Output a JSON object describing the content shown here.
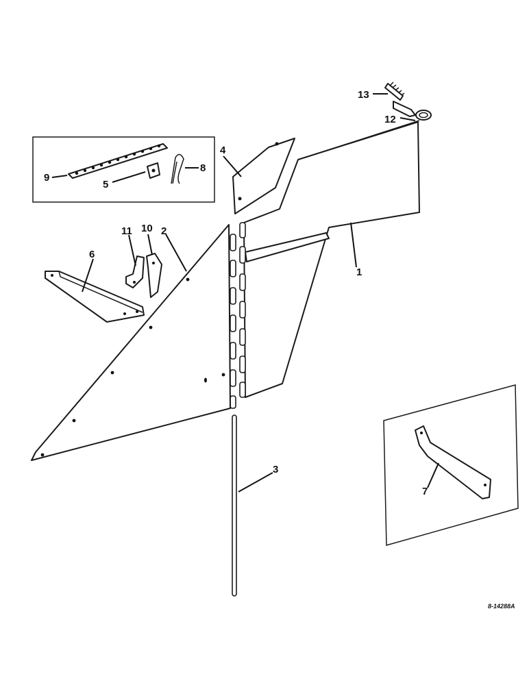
{
  "callouts": {
    "c1": "1",
    "c2": "2",
    "c3": "3",
    "c4": "4",
    "c5": "5",
    "c6": "6",
    "c7": "7",
    "c8": "8",
    "c9": "9",
    "c10": "10",
    "c11": "11",
    "c12": "12",
    "c13": "13"
  },
  "drawing_number": "8-14288A",
  "colors": {
    "ink": "#111111",
    "paper": "#ffffff"
  }
}
